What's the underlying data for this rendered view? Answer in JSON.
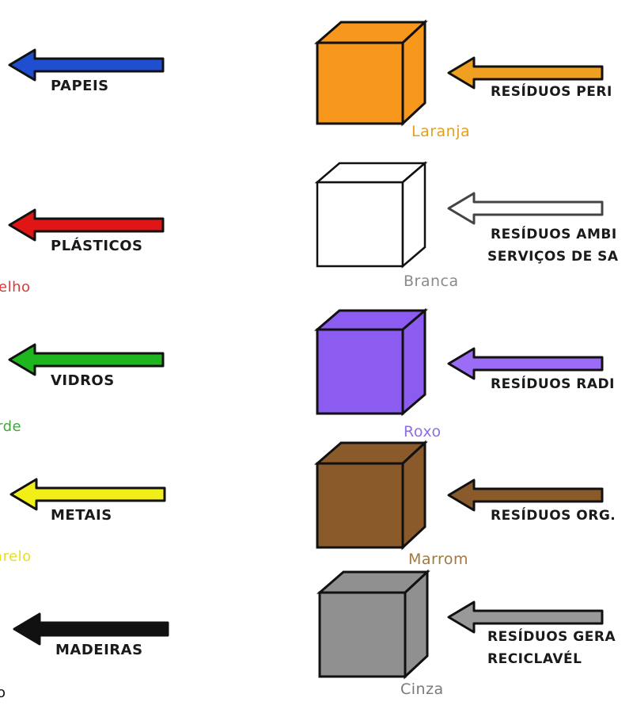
{
  "left_rows": [
    {
      "label": "PAPEIS",
      "arrow_color": "#1f4fd0",
      "edge_text": "",
      "edge_color": ""
    },
    {
      "label": "PLÁSTICOS",
      "arrow_color": "#e01515",
      "edge_text": "elho",
      "edge_color": "#d63a3a"
    },
    {
      "label": "VIDROS",
      "arrow_color": "#1fb51f",
      "edge_text": "rde",
      "edge_color": "#3aaa3a"
    },
    {
      "label": "METAIS",
      "arrow_color": "#f2ee18",
      "edge_text": "arelo",
      "edge_color": "#e8e020"
    },
    {
      "label": "MADEIRAS",
      "arrow_color": "#111111",
      "edge_text": "o",
      "edge_color": "#111111"
    }
  ],
  "right_rows": [
    {
      "cube_color": "#f7981c",
      "color_name": "Laranja",
      "name_color": "#e0a020",
      "arrow_color": "#f0a020",
      "lines": [
        "RESÍDUOS PERI"
      ]
    },
    {
      "cube_color": "#ffffff",
      "color_name": "Branca",
      "name_color": "#8a8a8a",
      "arrow_color": "#ffffff",
      "lines": [
        "RESÍDUOS AMBI",
        "SERVIÇOS DE SA"
      ]
    },
    {
      "cube_color": "#8c5cf0",
      "color_name": "Roxo",
      "name_color": "#8c70e0",
      "arrow_color": "#9b6cf5",
      "lines": [
        "RESÍDUOS RADI"
      ]
    },
    {
      "cube_color": "#8b5a2b",
      "color_name": "Marrom",
      "name_color": "#a07840",
      "arrow_color": "#8b5a2b",
      "lines": [
        "RESÍDUOS ORG."
      ]
    },
    {
      "cube_color": "#909090",
      "color_name": "Cinza",
      "name_color": "#7a7a7a",
      "arrow_color": "#999999",
      "lines": [
        "RESÍDUOS GERA",
        "RECICLAVÉL"
      ]
    }
  ]
}
